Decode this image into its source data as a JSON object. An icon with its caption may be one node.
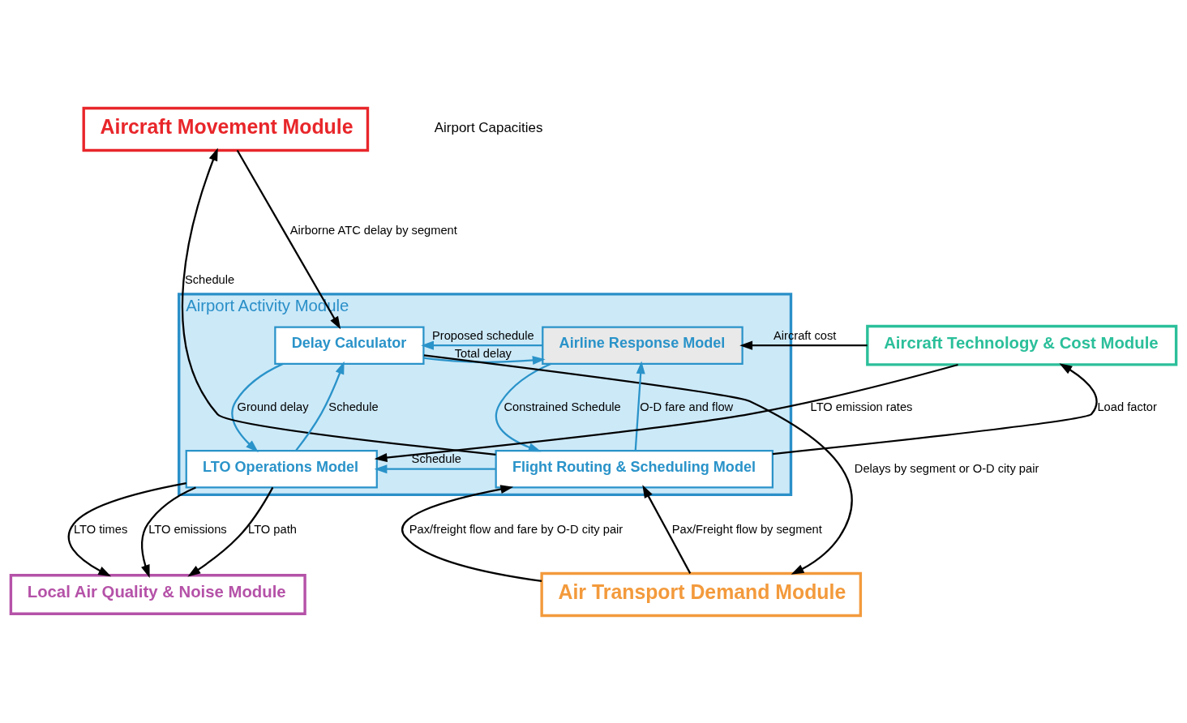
{
  "diagram": {
    "nodes": [
      {
        "text": [
          "Aircraft Movement Module"
        ]
      },
      {
        "text": [
          "Airport Activity Module"
        ]
      },
      {
        "text": [
          "Airline Response Model"
        ],
        "in": 1
      },
      {
        "text": [
          "Delay Calculator"
        ],
        "in": 1
      },
      {
        "text": [
          "Flight Routing & Scheduling Model"
        ],
        "in": 1
      },
      {
        "text": [
          "LTO Operations Model"
        ],
        "in": 1
      },
      {
        "text": [
          "Aircraft Technology & Cost Module"
        ]
      },
      {
        "text": [
          "Local Air Quality & Noise Module"
        ]
      },
      {
        "text": [
          "Air Transport Demand Module"
        ]
      }
    ],
    "edges": [
      {
        "from": 4,
        "to": 0,
        "arrow": "to",
        "label": "Schedule"
      },
      {
        "from": 0,
        "to": 3,
        "arrow": "to",
        "label": "Airborne ATC delay by segment"
      },
      {
        "from": 3,
        "to": 2,
        "arrow": "to",
        "label": "Total delay",
        "color": "#2a93c9"
      },
      {
        "from": 2,
        "to": 3,
        "arrow": "to",
        "label": "Proposed schedule",
        "color": "#2a93c9"
      },
      {
        "from": 6,
        "to": 2,
        "arrow": "to",
        "label": "Aircraft cost"
      },
      {
        "from": 4,
        "to": 2,
        "arrow": "to",
        "label": "O-D fare and flow",
        "color": "#2a93c9"
      },
      {
        "from": 2,
        "to": 4,
        "arrow": "to",
        "label": "Constrained Schedule",
        "color": "#2a93c9"
      },
      {
        "from": 3,
        "to": 5,
        "arrow": "to",
        "label": "Ground delay",
        "color": "#2a93c9"
      },
      {
        "from": 5,
        "to": 3,
        "arrow": "to",
        "label": "Schedule",
        "color": "#2a93c9"
      },
      {
        "from": 4,
        "to": 5,
        "arrow": "to",
        "label": "Schedule",
        "color": "#2a93c9"
      },
      {
        "from": 4,
        "to": 6,
        "arrow": "to",
        "label": "Load factor"
      },
      {
        "from": 6,
        "to": 5,
        "arrow": "to",
        "label": "LTO emission rates"
      },
      {
        "from": 5,
        "to": 7,
        "arrow": "to",
        "label": "LTO emissions"
      },
      {
        "from": 5,
        "to": 7,
        "arrow": "to",
        "label": "LTO path"
      },
      {
        "from": 5,
        "to": 7,
        "arrow": "to",
        "label": "LTO times"
      },
      {
        "from": 8,
        "to": 4,
        "arrow": "to",
        "label": "Pax/freight flow and fare by O-D city pair"
      },
      {
        "from": 8,
        "to": 4,
        "arrow": "to",
        "label": "Pax/Freight flow by segment"
      },
      {
        "from": 3,
        "to": 8,
        "arrow": "to",
        "label": "Delays by segment or O-D city pair"
      }
    ],
    "labels": [
      "Airport Capacities"
    ]
  }
}
